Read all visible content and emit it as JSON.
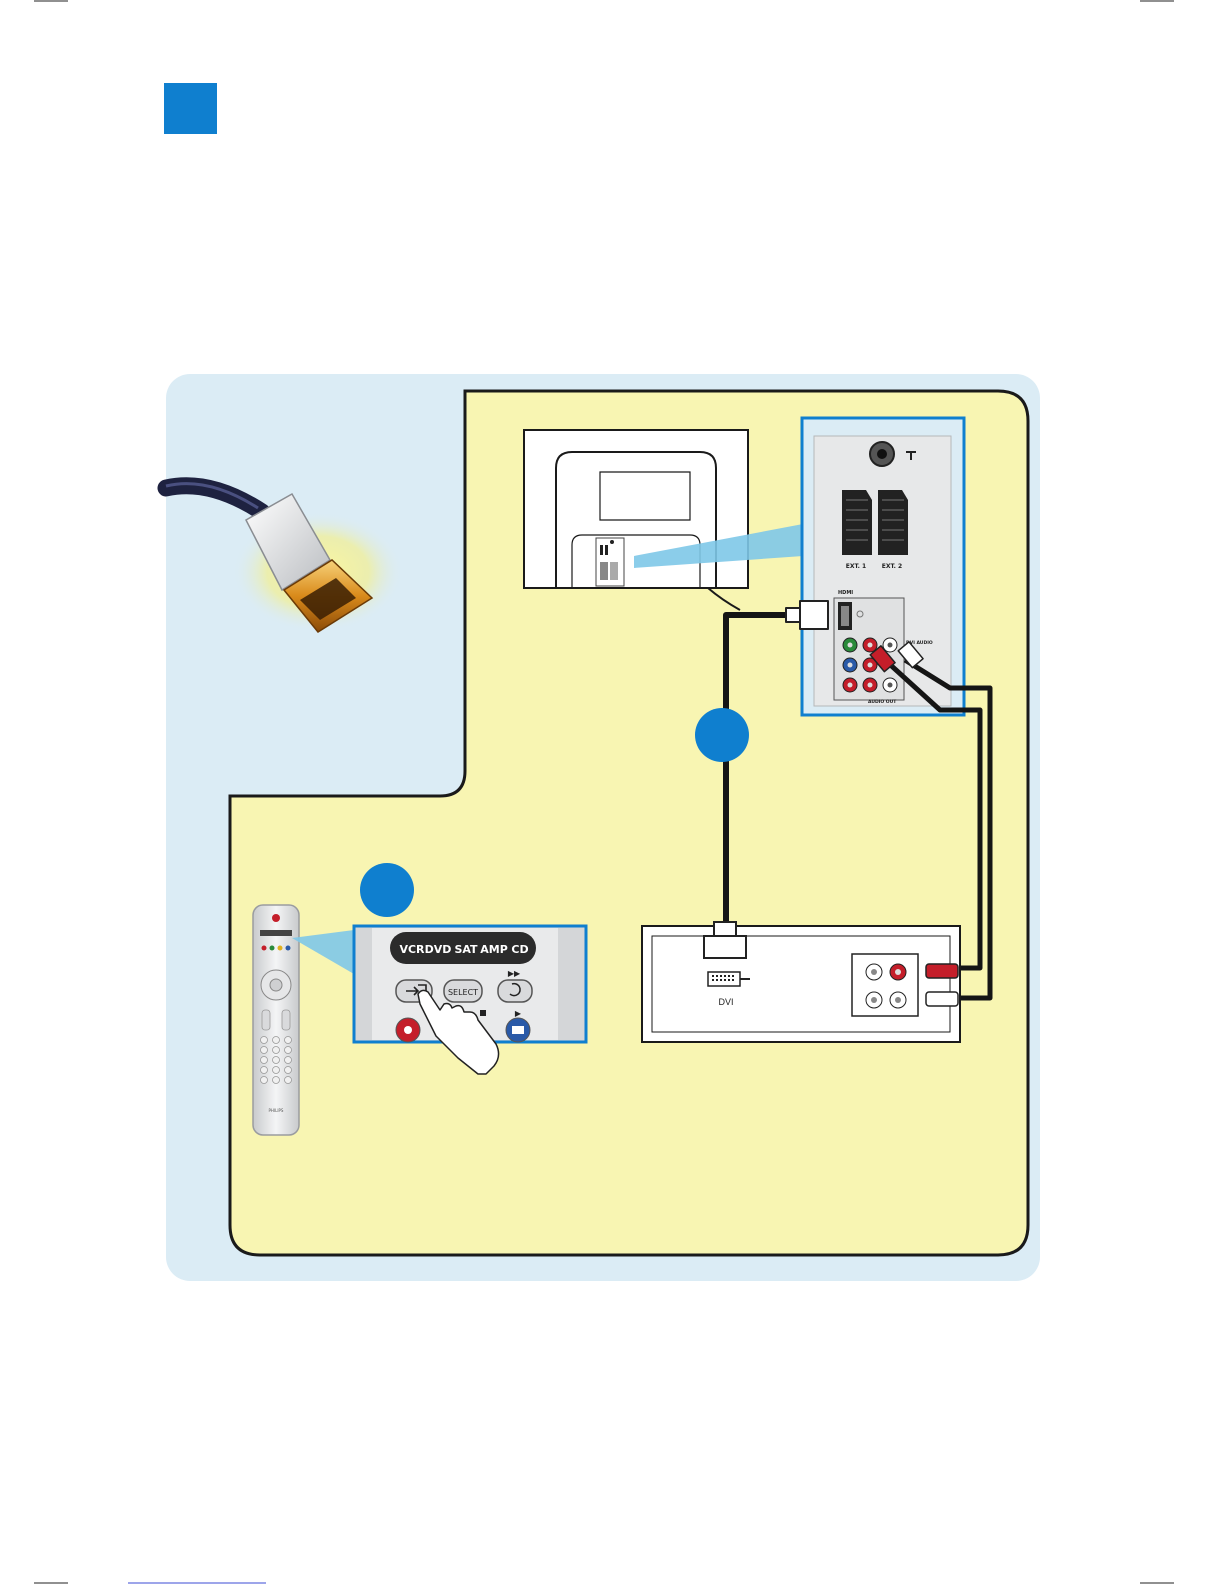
{
  "colors": {
    "accent_blue": "#0f7fcf",
    "panel_lightblue": "#dbecf5",
    "panel_yellow": "#f8f5b2",
    "outline_dark": "#1a1a1a",
    "cable_red": "#c41e2a",
    "cable_black": "#151515"
  },
  "tv_panel": {
    "ext1_label": "EXT. 1",
    "ext2_label": "EXT. 2",
    "hdmi_label": "HDMI",
    "dvi_audio_label": "DVI AUDIO",
    "audio_out_label": "AUDIO OUT"
  },
  "device": {
    "dvi_label": "DVI"
  },
  "remote_zoom": {
    "mode_buttons": [
      "VCR",
      "DVD",
      "SAT",
      "AMP",
      "CD"
    ],
    "select_label": "SELECT"
  },
  "remote": {
    "brand_label": "PHILIPS"
  },
  "icons": {
    "step_marker": "square-step-icon",
    "callout_markers": [
      "circle-marker-icon",
      "circle-marker-icon"
    ],
    "hdmi_connector": "hdmi-plug-icon",
    "pointing_hand": "hand-pointer-icon"
  }
}
